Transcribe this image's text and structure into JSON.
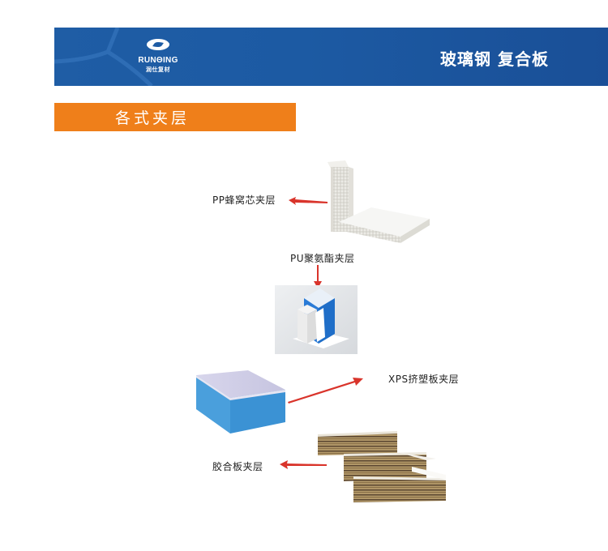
{
  "header": {
    "logo_brand": "RUNΘING",
    "logo_sub": "润仕复材",
    "title": "玻璃钢 复合板"
  },
  "section": {
    "title": "各式夹层"
  },
  "layers": {
    "pp_honeycomb": "PP蜂窝芯夹层",
    "pu_foam": "PU聚氨酯夹层",
    "xps_board": "XPS挤塑板夹层",
    "plywood": "胶合板夹层"
  },
  "colors": {
    "header_blue": "#1c5aa3",
    "section_orange": "#ef7f1a",
    "arrow_red": "#d9342b"
  }
}
